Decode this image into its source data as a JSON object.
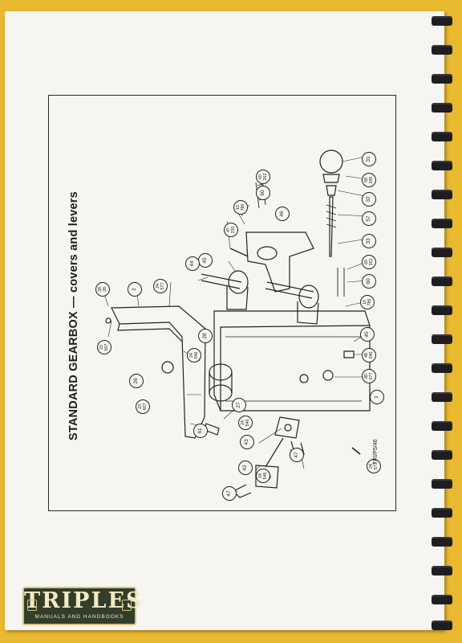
{
  "page": {
    "title": "STANDARD GEARBOX — covers and levers",
    "drawing_ref": "TRI/P5/46"
  },
  "callouts": [
    {
      "id": "c1",
      "label": "31"
    },
    {
      "id": "c2",
      "label": "58\n245"
    },
    {
      "id": "c3",
      "label": "32"
    },
    {
      "id": "c4",
      "label": "57"
    },
    {
      "id": "c5",
      "label": "33"
    },
    {
      "id": "c6",
      "label": "60\n262"
    },
    {
      "id": "c7",
      "label": "60"
    },
    {
      "id": "c8",
      "label": "10\n786"
    },
    {
      "id": "c9",
      "label": "45"
    },
    {
      "id": "c10",
      "label": "48\n240"
    },
    {
      "id": "c11",
      "label": "80\n677"
    },
    {
      "id": "c12",
      "label": "1"
    },
    {
      "id": "c13",
      "label": "60"
    },
    {
      "id": "c14",
      "label": "60\n262"
    },
    {
      "id": "c15",
      "label": "10\n786"
    },
    {
      "id": "c16",
      "label": "46"
    },
    {
      "id": "c17",
      "label": "47\n230"
    },
    {
      "id": "c18",
      "label": "45"
    },
    {
      "id": "c19",
      "label": "44"
    },
    {
      "id": "c20",
      "label": "28\n28"
    },
    {
      "id": "c21",
      "label": "2"
    },
    {
      "id": "c22",
      "label": "24\n577"
    },
    {
      "id": "c23",
      "label": "23\n607"
    },
    {
      "id": "c24",
      "label": "28"
    },
    {
      "id": "c25",
      "label": "24\n546"
    },
    {
      "id": "c26",
      "label": "26"
    },
    {
      "id": "c27",
      "label": "27"
    },
    {
      "id": "c28",
      "label": "23\n607"
    },
    {
      "id": "c29",
      "label": "61"
    },
    {
      "id": "c30",
      "label": "24\n546"
    },
    {
      "id": "c31",
      "label": "43"
    },
    {
      "id": "c32",
      "label": "42"
    },
    {
      "id": "c33",
      "label": "47"
    },
    {
      "id": "c34",
      "label": "24\n546"
    },
    {
      "id": "c35",
      "label": "24\n577"
    },
    {
      "id": "c36",
      "label": "47"
    }
  ],
  "logo": {
    "name": "TRIPLES",
    "tagline": "MANUALS AND HANDBOOKS"
  },
  "colors": {
    "background": "#e9b92f",
    "paper": "#f6f5f2",
    "ink": "#1d1d1d",
    "binding": "#1e1e22",
    "logo_bg": "#323d2a",
    "logo_text": "#f3e9c4"
  }
}
